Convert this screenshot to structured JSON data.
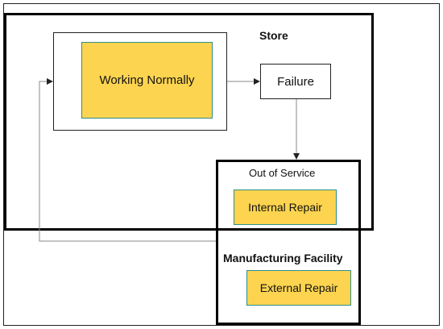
{
  "store": {
    "title": "Store"
  },
  "nodes": {
    "working_normally": "Working Normally",
    "failure": "Failure",
    "out_of_service": "Out of Service",
    "internal_repair": "Internal Repair",
    "manufacturing_facility": "Manufacturing Facility",
    "external_repair": "External Repair"
  },
  "colors": {
    "state_fill": "#fcd44f",
    "state_border": "#2d8f8a",
    "arrow": "#888888"
  }
}
